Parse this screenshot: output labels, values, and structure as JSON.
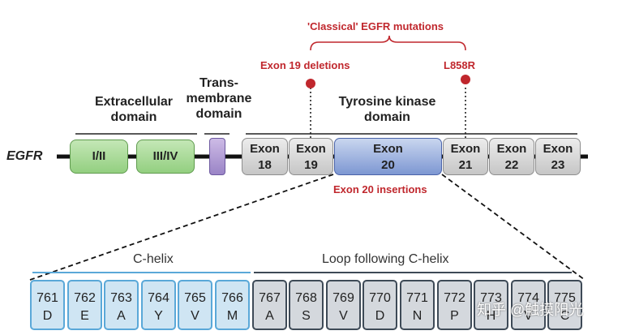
{
  "top_bracket_label": "'Classical' EGFR mutations",
  "mutation_labels": {
    "exon19": "Exon 19 deletions",
    "l858r": "L858R",
    "exon20": "Exon 20 insertions"
  },
  "gene_label": "EGFR",
  "domains": {
    "extracellular": [
      "Extracellular",
      "domain"
    ],
    "transmembrane": [
      "Trans-",
      "membrane",
      "domain"
    ],
    "kinase": [
      "Tyrosine kinase",
      "domain"
    ]
  },
  "extracellular_boxes": [
    "I/II",
    "III/IV"
  ],
  "exons": [
    {
      "top": "Exon",
      "num": "18"
    },
    {
      "top": "Exon",
      "num": "19"
    },
    {
      "top": "Exon",
      "num": "20"
    },
    {
      "top": "Exon",
      "num": "21"
    },
    {
      "top": "Exon",
      "num": "22"
    },
    {
      "top": "Exon",
      "num": "23"
    }
  ],
  "segments": {
    "c_helix": "C-helix",
    "loop": "Loop following C-helix"
  },
  "residues": [
    {
      "num": "761",
      "aa": "D"
    },
    {
      "num": "762",
      "aa": "E"
    },
    {
      "num": "763",
      "aa": "A"
    },
    {
      "num": "764",
      "aa": "Y"
    },
    {
      "num": "765",
      "aa": "V"
    },
    {
      "num": "766",
      "aa": "M"
    },
    {
      "num": "767",
      "aa": "A"
    },
    {
      "num": "768",
      "aa": "S"
    },
    {
      "num": "769",
      "aa": "V"
    },
    {
      "num": "770",
      "aa": "D"
    },
    {
      "num": "771",
      "aa": "N"
    },
    {
      "num": "772",
      "aa": "P"
    },
    {
      "num": "773",
      "aa": "H"
    },
    {
      "num": "774",
      "aa": "V"
    },
    {
      "num": "775",
      "aa": "C"
    }
  ],
  "watermark": "知乎 @触摸阳光",
  "colors": {
    "mutation_red": "#c0272d",
    "c_helix_blue": "#5aa8d8",
    "loop_dark": "#3e4a57"
  }
}
